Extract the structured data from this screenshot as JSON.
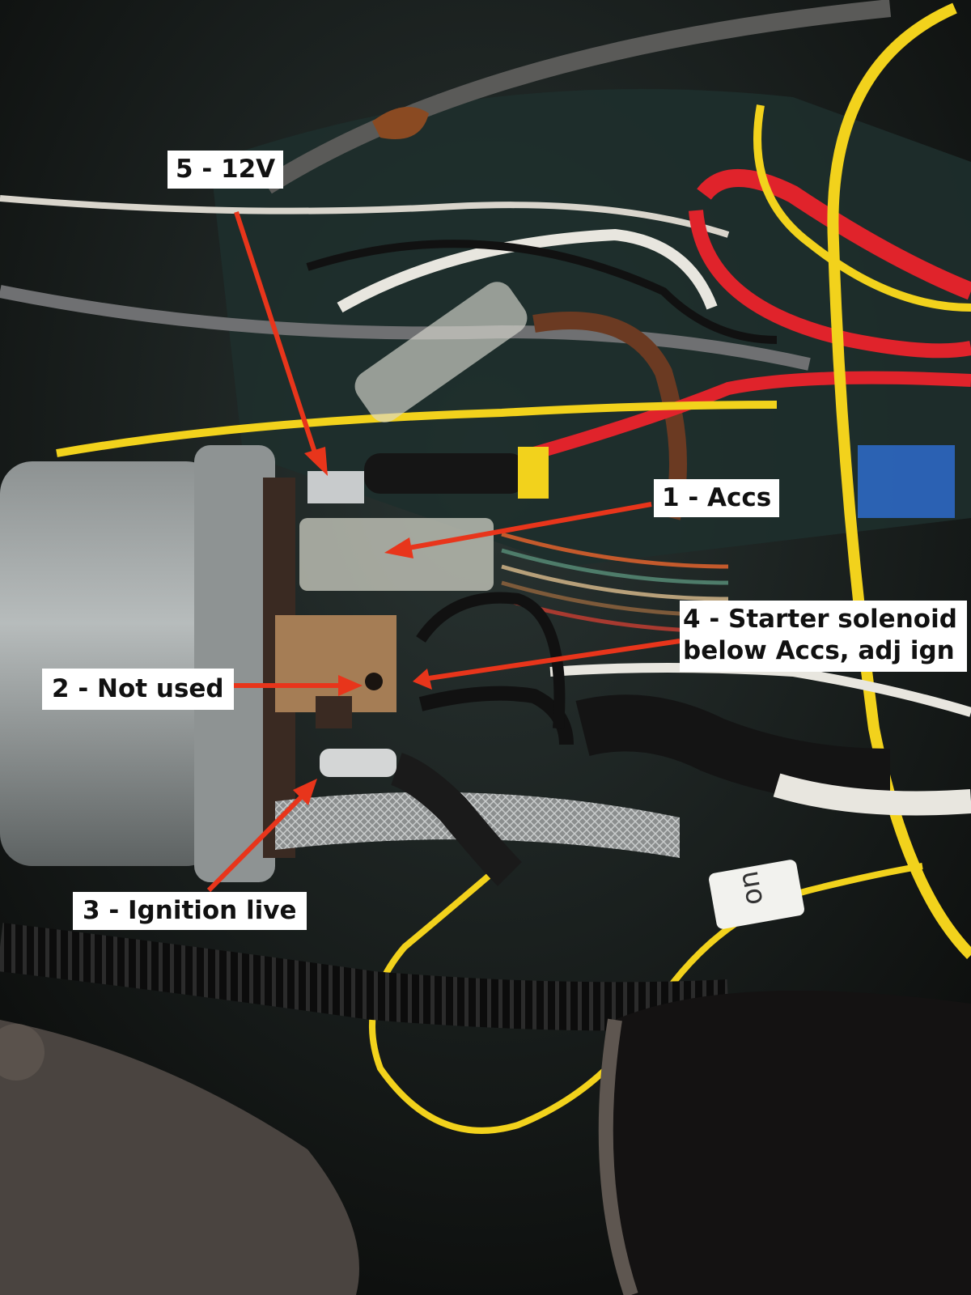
{
  "labels": {
    "l5": "5 - 12V",
    "l1": "1 - Accs",
    "l4_line1": "4 - Starter solenoid",
    "l4_line2": "below Accs, adj ign",
    "l2": "2 - Not used",
    "l3": "3 - Ignition live"
  },
  "tag_text": "uo",
  "colors": {
    "arrow": "#e8351b",
    "label_bg": "#ffffff",
    "label_text": "#111111",
    "wire_yellow": "#f2d21c",
    "wire_red": "#e0232b",
    "wire_brown": "#6b3a22",
    "wire_white": "#e8e6df",
    "wire_black": "#111111",
    "wire_grey": "#6f7072",
    "switch_body": "#9ea3a3",
    "panel": "#1e2f2c"
  }
}
